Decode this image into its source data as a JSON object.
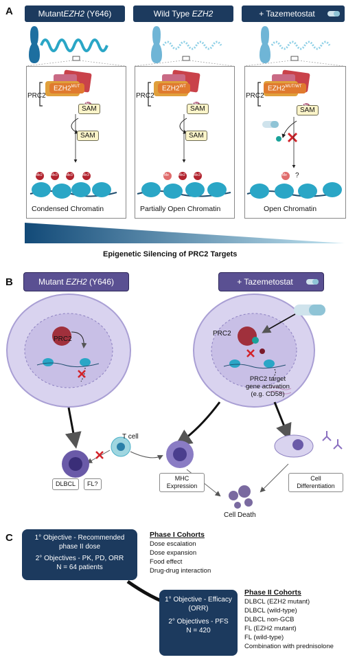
{
  "panelA": {
    "letter": "A",
    "headers": {
      "mutant": {
        "pre": "Mutant ",
        "gene": "EZH2",
        "post": " (Y646)"
      },
      "wildtype": {
        "pre": "Wild Type ",
        "gene": "EZH2"
      },
      "taz": "+ Tazemetostat"
    },
    "prc2": "PRC2",
    "ezh_base": "EZH2",
    "ezh_sup": {
      "mut": "MUT",
      "wt": "WT",
      "both": "MUT/WT"
    },
    "sam": "SAM",
    "me": "Me",
    "me3": "Me3",
    "me2": "Me2",
    "question": "?",
    "captions": {
      "condensed": "Condensed Chromatin",
      "partial": "Partially Open Chromatin",
      "open": "Open Chromatin"
    },
    "silencing": "Epigenetic Silencing of PRC2 Targets"
  },
  "panelB": {
    "letter": "B",
    "headers": {
      "mutant": {
        "pre": "Mutant ",
        "gene": "EZH2",
        "post": " (Y646)"
      },
      "taz": "+ Tazemetostat"
    },
    "prc2": "PRC2",
    "tcell": "T cell",
    "activation": [
      "PRC2 target",
      "gene activation",
      "(e.g. CD58)"
    ],
    "dlbcl": "DLBCL",
    "fl": "FL?",
    "mhc": [
      "MHC",
      "Expression"
    ],
    "death": "Cell Death",
    "diff": [
      "Cell",
      "Differentiation"
    ]
  },
  "panelC": {
    "letter": "C",
    "box1": [
      "1° Objective - Recommended",
      "phase II dose",
      "",
      "2° Objectives - PK, PD, ORR",
      "N = 64 patients"
    ],
    "phase1": {
      "title": "Phase I Cohorts",
      "items": [
        "Dose escalation",
        "Dose expansion",
        "Food effect",
        "Drug-drug interaction"
      ]
    },
    "box2": [
      "1° Objective - Efficacy",
      "(ORR)",
      "",
      "2° Objectives - PFS",
      "N = 420"
    ],
    "phase2": {
      "title": "Phase II Cohorts",
      "items": [
        "DLBCL (EZH2 mutant)",
        "DLBCL (wild-type)",
        "DLBCL non-GCB",
        "FL (EZH2 mutant)",
        "FL (wild-type)",
        "Combination with prednisolone"
      ]
    }
  },
  "colors": {
    "navy": "#1c3a5e",
    "purple": "#5a5092",
    "teal": "#2aa6c6",
    "orange": "#e07a2e",
    "red": "#d2232a"
  }
}
